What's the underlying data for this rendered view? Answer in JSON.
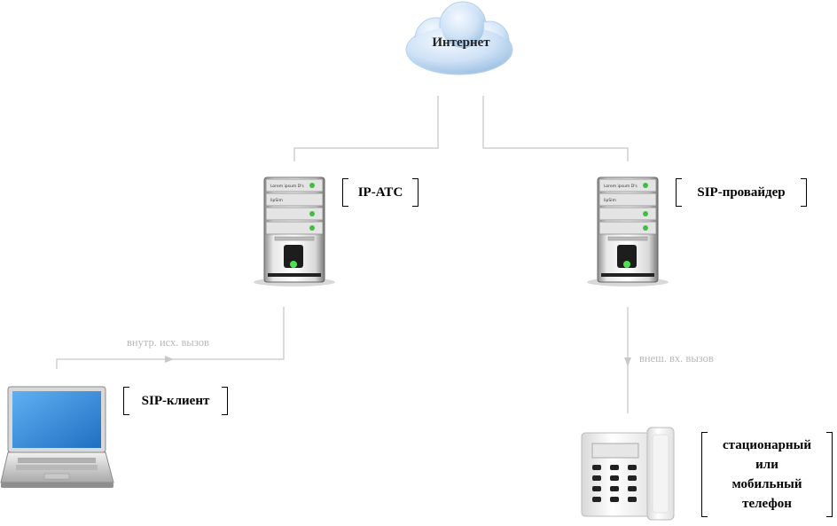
{
  "nodes": {
    "internet": {
      "label": "Интернет"
    },
    "ip_pbx": {
      "label": "IP-ATC"
    },
    "sip_provider": {
      "label": "SIP-провайдер"
    },
    "sip_client": {
      "label": "SIP-клиент"
    },
    "phone": {
      "label_lines": [
        "стационарный",
        "или",
        "мобильный",
        "телефон"
      ]
    }
  },
  "edges": {
    "internal_call": {
      "label": "внутр. исх. вызов"
    },
    "external_call": {
      "label": "внеш. вх. вызов"
    }
  },
  "server_panel_text": [
    "Lorem ipsum D's",
    "lipSim"
  ],
  "colors": {
    "line": "#c8c8c8",
    "arrow": "#c8c8c8",
    "cloud": "#c6dcf2",
    "screen": "#2f86d8"
  }
}
